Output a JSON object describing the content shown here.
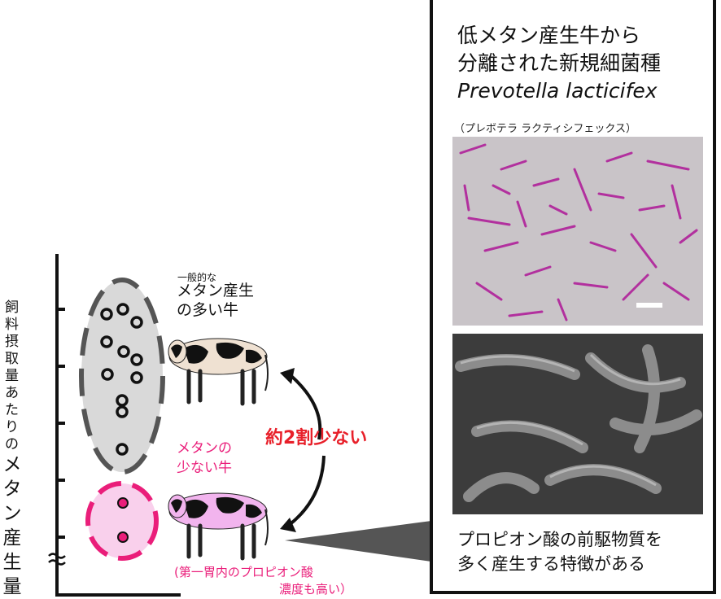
{
  "panel": {
    "title_line1": "低メタン産生牛から",
    "title_line2": "分離された新規細菌種",
    "species_name": "Prevotella lacticifex",
    "reading": "（プレボテラ ラクティシフェックス）",
    "micrograph_icon": "light-micrograph-rod-bacteria",
    "sem_icon": "electron-micrograph-rod-bacteria",
    "caption_line1": "プロピオン酸の前駆物質を",
    "caption_line2": "多く産生する特徴がある"
  },
  "axis": {
    "ylabel_small": "飼料摂取量あたりの",
    "ylabel_big": "メタン産生量",
    "axis_break": "≈"
  },
  "high_group": {
    "label_small": "一般的な",
    "label_line1": "メタン産生",
    "label_line2": "の多い牛",
    "ellipse_fill": "#d9d9d9",
    "ellipse_stroke": "#555555",
    "cow_icon": "holstein-cow-beige"
  },
  "low_group": {
    "label_line1": "メタンの",
    "label_line2": "少ない牛",
    "note_line1": "(第一胃内のプロピオン酸",
    "note_line2": "濃度も高い）",
    "ellipse_fill": "#f9d0ec",
    "ellipse_stroke": "#ea1e7a",
    "cow_icon": "holstein-cow-pink"
  },
  "comparison": {
    "label": "約2割少ない",
    "color": "#e8202a"
  },
  "colors": {
    "pink": "#ea1e7a",
    "red": "#e8202a"
  }
}
